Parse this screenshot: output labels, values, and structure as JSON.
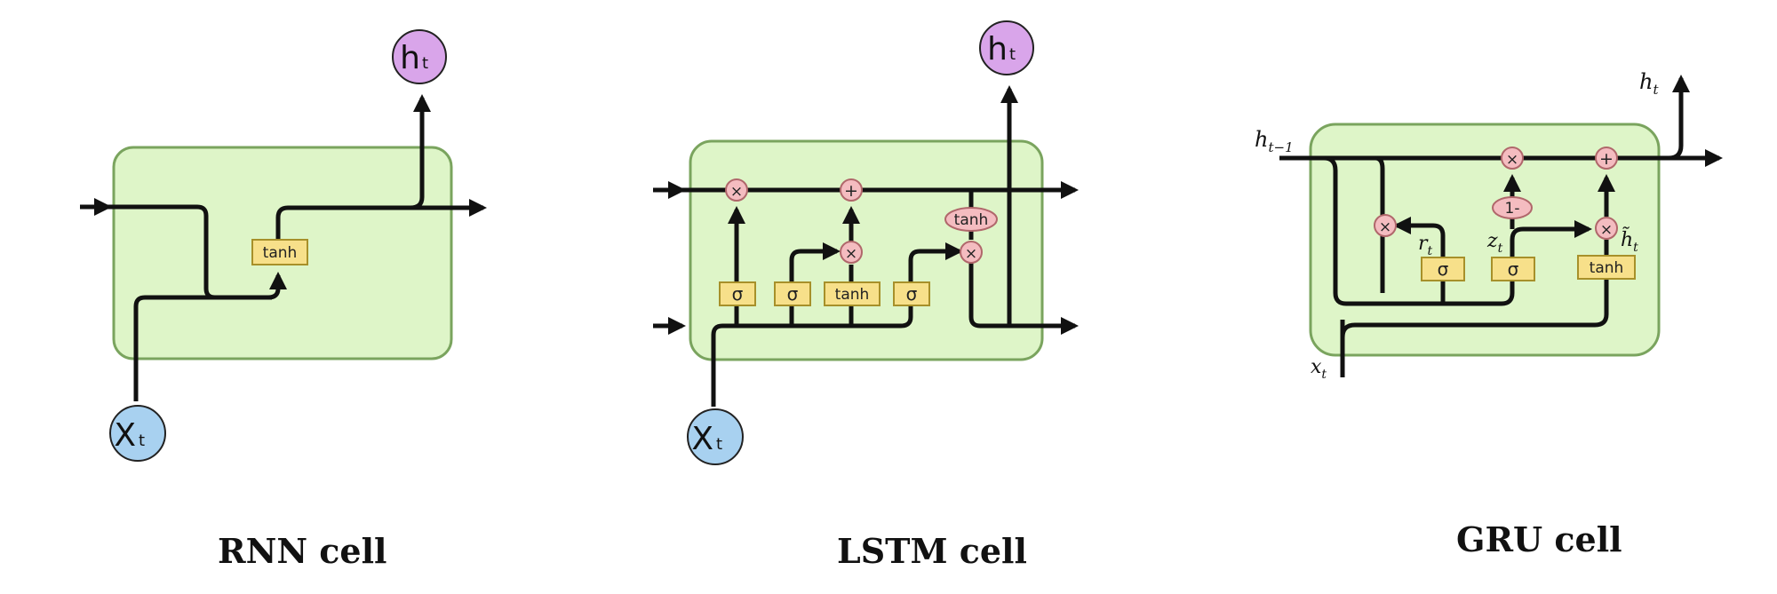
{
  "colors": {
    "cell_fill": "#def5c8",
    "cell_stroke": "#7aa45e",
    "gate_fill": "#f7e08a",
    "gate_stroke": "#a7902a",
    "op_fill": "#f4bcc0",
    "op_stroke": "#b0676b",
    "input_node": "#a8d1f0",
    "output_node": "#d9a5ea",
    "line": "#111111"
  },
  "rnn": {
    "title": "RNN cell",
    "input_label": "X",
    "input_sub": "t",
    "output_label": "h",
    "output_sub": "t",
    "gate": "tanh"
  },
  "lstm": {
    "title": "LSTM cell",
    "input_label": "X",
    "input_sub": "t",
    "output_label": "h",
    "output_sub": "t",
    "gates": [
      "σ",
      "σ",
      "tanh",
      "σ"
    ],
    "ops": [
      "×",
      "+",
      "×",
      "×"
    ],
    "cell_tanh": "tanh"
  },
  "gru": {
    "title": "GRU cell",
    "h_prev_label": "h",
    "h_prev_sub": "t−1",
    "h_out_label": "h",
    "h_out_sub": "t",
    "x_label": "x",
    "x_sub": "t",
    "r_label": "r",
    "r_sub": "t",
    "z_label": "z",
    "z_sub": "t",
    "hcand_label": "h̃",
    "hcand_sub": "t",
    "gates": [
      "σ",
      "σ",
      "tanh"
    ],
    "ops": [
      "×",
      "×",
      "+",
      "×"
    ],
    "one_minus": "1-"
  }
}
